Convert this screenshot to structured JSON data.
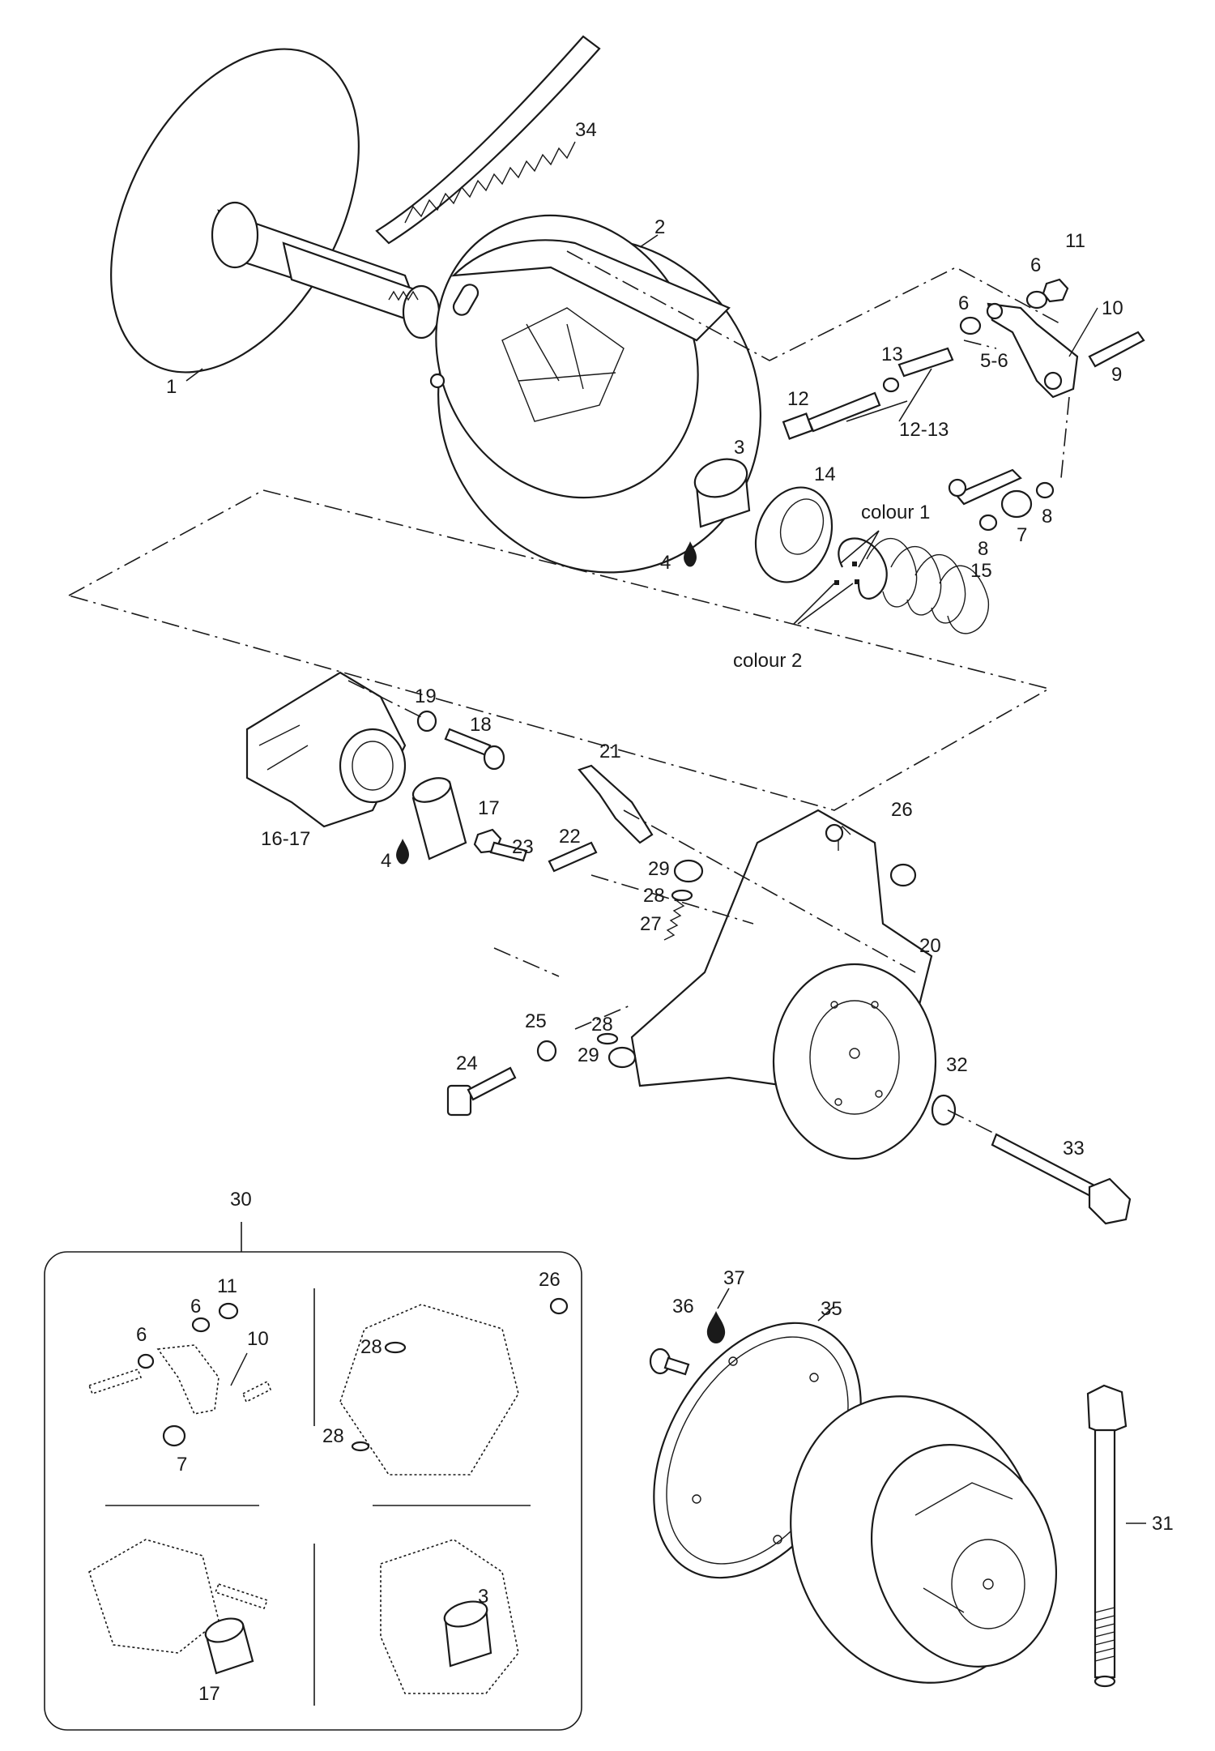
{
  "diagram": {
    "labels": {
      "p1": "1",
      "p2": "2",
      "p3": "3",
      "p4a": "4",
      "p4b": "4",
      "p5_6": "5-6",
      "p6a": "6",
      "p6b": "6",
      "p7": "7",
      "p8a": "8",
      "p8b": "8",
      "p9": "9",
      "p10": "10",
      "p11": "11",
      "p12": "12",
      "p12_13": "12-13",
      "p13": "13",
      "p14": "14",
      "p15": "15",
      "p16_17": "16-17",
      "p17": "17",
      "p18": "18",
      "p19": "19",
      "p20": "20",
      "p21": "21",
      "p22": "22",
      "p23": "23",
      "p24": "24",
      "p25": "25",
      "p26": "26",
      "p27": "27",
      "p28a": "28",
      "p28b": "28",
      "p29a": "29",
      "p29b": "29",
      "p30": "30",
      "p31": "31",
      "p32": "32",
      "p33": "33",
      "p34": "34",
      "p35": "35",
      "p36": "36",
      "p37": "37",
      "colour1": "colour 1",
      "colour2": "colour 2"
    },
    "inset": {
      "q1": {
        "p6a": "6",
        "p6b": "6",
        "p11": "11",
        "p10": "10",
        "p7": "7"
      },
      "q2": {
        "p26": "26",
        "p28a": "28",
        "p28b": "28"
      },
      "q3": {
        "p17": "17"
      },
      "q4": {
        "p3": "3"
      }
    }
  }
}
